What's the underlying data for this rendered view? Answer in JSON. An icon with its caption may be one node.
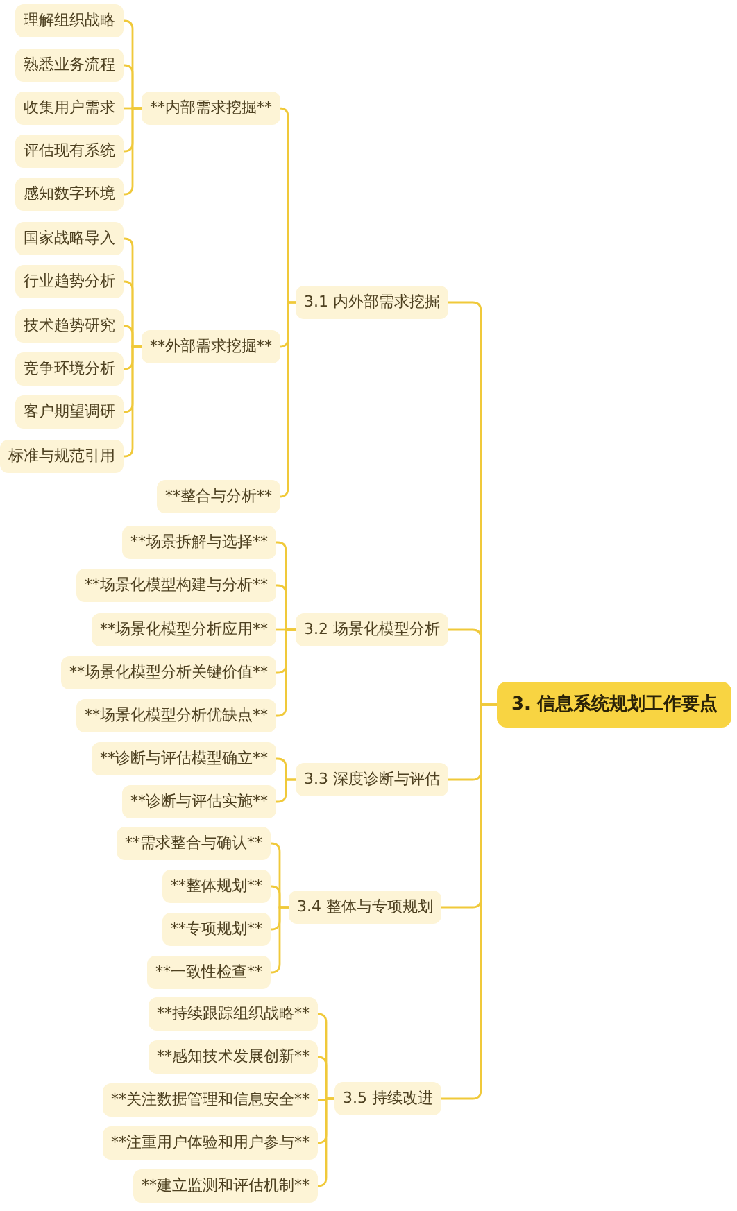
{
  "diagram": {
    "nodes": [
      {
        "text": [
          "3. 信息系统规划工作要点"
        ]
      },
      {
        "text": [
          "3.1 内外部需求挖掘"
        ]
      },
      {
        "text": [
          "**内部需求挖掘**"
        ]
      },
      {
        "text": [
          "理解组织战略"
        ]
      },
      {
        "text": [
          "熟悉业务流程"
        ]
      },
      {
        "text": [
          "收集用户需求"
        ]
      },
      {
        "text": [
          "评估现有系统"
        ]
      },
      {
        "text": [
          "感知数字环境"
        ]
      },
      {
        "text": [
          "**外部需求挖掘**"
        ]
      },
      {
        "text": [
          "国家战略导入"
        ]
      },
      {
        "text": [
          "行业趋势分析"
        ]
      },
      {
        "text": [
          "技术趋势研究"
        ]
      },
      {
        "text": [
          "竞争环境分析"
        ]
      },
      {
        "text": [
          "客户期望调研"
        ]
      },
      {
        "text": [
          "标准与规范引用"
        ]
      },
      {
        "text": [
          "**整合与分析**"
        ]
      },
      {
        "text": [
          "3.2 场景化模型分析"
        ]
      },
      {
        "text": [
          "**场景拆解与选择**"
        ]
      },
      {
        "text": [
          "**场景化模型构建与分析**"
        ]
      },
      {
        "text": [
          "**场景化模型分析应用**"
        ]
      },
      {
        "text": [
          "**场景化模型分析关键价值**"
        ]
      },
      {
        "text": [
          "**场景化模型分析优缺点**"
        ]
      },
      {
        "text": [
          "3.3 深度诊断与评估"
        ]
      },
      {
        "text": [
          "**诊断与评估模型确立**"
        ]
      },
      {
        "text": [
          "**诊断与评估实施**"
        ]
      },
      {
        "text": [
          "3.4 整体与专项规划"
        ]
      },
      {
        "text": [
          "**需求整合与确认**"
        ]
      },
      {
        "text": [
          "**整体规划**"
        ]
      },
      {
        "text": [
          "**专项规划**"
        ]
      },
      {
        "text": [
          "**一致性检查**"
        ]
      },
      {
        "text": [
          "3.5 持续改进"
        ]
      },
      {
        "text": [
          "**持续跟踪组织战略**"
        ]
      },
      {
        "text": [
          "**感知技术发展创新**"
        ]
      },
      {
        "text": [
          "**关注数据管理和信息安全**"
        ]
      },
      {
        "text": [
          "**注重用户体验和用户参与**"
        ]
      },
      {
        "text": [
          "**建立监测和评估机制**"
        ]
      }
    ],
    "edges": [
      {
        "from": 0,
        "to": 1,
        "arrow": "none"
      },
      {
        "from": 1,
        "to": 2,
        "arrow": "none"
      },
      {
        "from": 2,
        "to": 3,
        "arrow": "none"
      },
      {
        "from": 2,
        "to": 4,
        "arrow": "none"
      },
      {
        "from": 2,
        "to": 5,
        "arrow": "none"
      },
      {
        "from": 2,
        "to": 6,
        "arrow": "none"
      },
      {
        "from": 2,
        "to": 7,
        "arrow": "none"
      },
      {
        "from": 1,
        "to": 8,
        "arrow": "none"
      },
      {
        "from": 8,
        "to": 9,
        "arrow": "none"
      },
      {
        "from": 8,
        "to": 10,
        "arrow": "none"
      },
      {
        "from": 8,
        "to": 11,
        "arrow": "none"
      },
      {
        "from": 8,
        "to": 12,
        "arrow": "none"
      },
      {
        "from": 8,
        "to": 13,
        "arrow": "none"
      },
      {
        "from": 8,
        "to": 14,
        "arrow": "none"
      },
      {
        "from": 1,
        "to": 15,
        "arrow": "none"
      },
      {
        "from": 0,
        "to": 16,
        "arrow": "none"
      },
      {
        "from": 16,
        "to": 17,
        "arrow": "none"
      },
      {
        "from": 16,
        "to": 18,
        "arrow": "none"
      },
      {
        "from": 16,
        "to": 19,
        "arrow": "none"
      },
      {
        "from": 16,
        "to": 20,
        "arrow": "none"
      },
      {
        "from": 16,
        "to": 21,
        "arrow": "none"
      },
      {
        "from": 0,
        "to": 22,
        "arrow": "none"
      },
      {
        "from": 22,
        "to": 23,
        "arrow": "none"
      },
      {
        "from": 22,
        "to": 24,
        "arrow": "none"
      },
      {
        "from": 0,
        "to": 25,
        "arrow": "none"
      },
      {
        "from": 25,
        "to": 26,
        "arrow": "none"
      },
      {
        "from": 25,
        "to": 27,
        "arrow": "none"
      },
      {
        "from": 25,
        "to": 28,
        "arrow": "none"
      },
      {
        "from": 25,
        "to": 29,
        "arrow": "none"
      },
      {
        "from": 0,
        "to": 30,
        "arrow": "none"
      },
      {
        "from": 30,
        "to": 31,
        "arrow": "none"
      },
      {
        "from": 30,
        "to": 32,
        "arrow": "none"
      },
      {
        "from": 30,
        "to": 33,
        "arrow": "none"
      },
      {
        "from": 30,
        "to": 34,
        "arrow": "none"
      },
      {
        "from": 30,
        "to": 35,
        "arrow": "none"
      }
    ]
  }
}
